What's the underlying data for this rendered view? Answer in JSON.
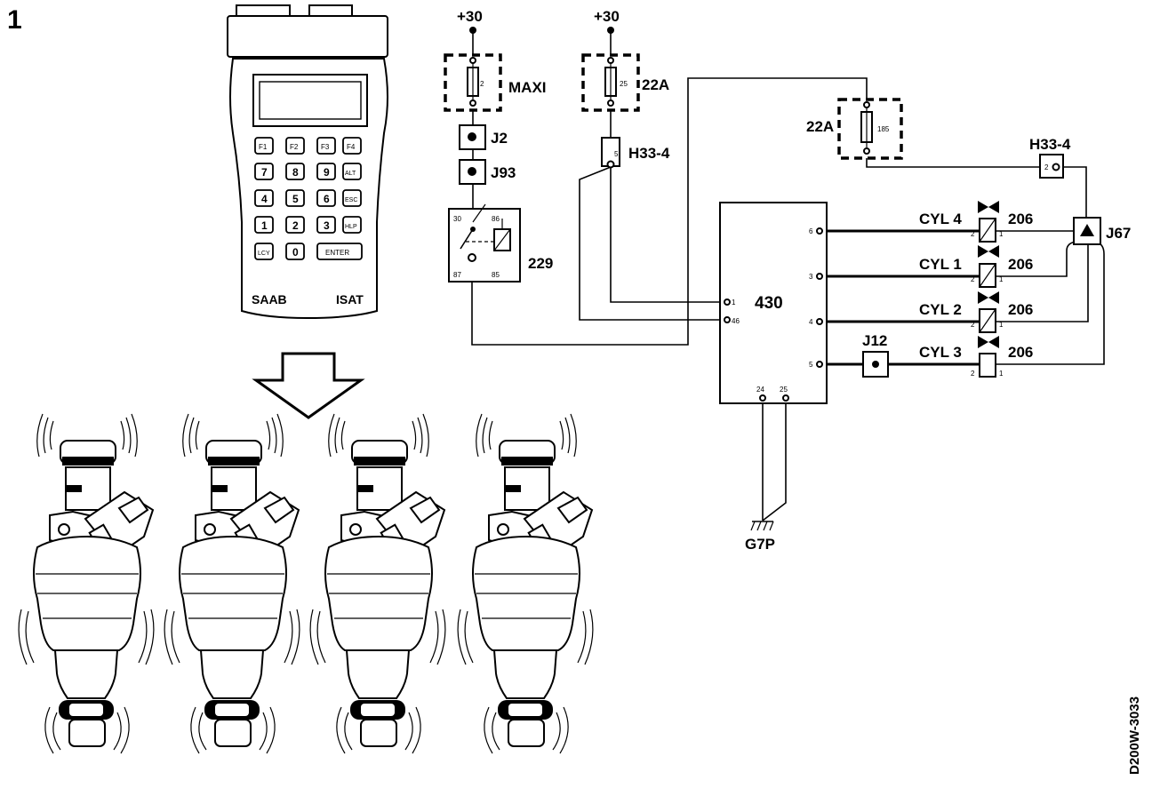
{
  "figure_number": "1",
  "reference_code": "D200W-3033",
  "tester": {
    "brand_label": "SAAB",
    "model_label": "ISAT",
    "keys": [
      "F1",
      "F2",
      "F3",
      "F4",
      "7",
      "8",
      "9",
      "ALT",
      "4",
      "5",
      "6",
      "ESC",
      "1",
      "2",
      "3",
      "HLP",
      "LCY",
      "0",
      "ENTER"
    ]
  },
  "supply": {
    "left_label": "+30",
    "right_label": "+30"
  },
  "fuses": {
    "maxi": {
      "label": "MAXI",
      "rating": "2"
    },
    "top_22a": {
      "label": "22A",
      "rating": "25"
    },
    "mid_22a": {
      "label": "22A",
      "rating": "185"
    }
  },
  "connectors": {
    "j2": "J2",
    "j93": "J93",
    "h33_left": "H33-4",
    "h33_left_pin": "5",
    "h33_right": "H33-4",
    "h33_right_pin": "2",
    "j67": "J67",
    "j12": "J12",
    "ground": "G7P"
  },
  "relay": {
    "label": "229",
    "pins": [
      "30",
      "86",
      "87",
      "85"
    ]
  },
  "control_unit": {
    "label": "430",
    "left_pins": [
      "1",
      "46"
    ],
    "right_pins": [
      "6",
      "3",
      "4",
      "5"
    ],
    "bottom_pins": [
      "24",
      "25"
    ]
  },
  "injectors": [
    {
      "cylinder": "CYL 4",
      "component": "206",
      "pin_a": "2",
      "pin_b": "1"
    },
    {
      "cylinder": "CYL 1",
      "component": "206",
      "pin_a": "2",
      "pin_b": "1"
    },
    {
      "cylinder": "CYL 2",
      "component": "206",
      "pin_a": "2",
      "pin_b": "1"
    },
    {
      "cylinder": "CYL 3",
      "component": "206",
      "pin_a": "2",
      "pin_b": "1"
    }
  ]
}
